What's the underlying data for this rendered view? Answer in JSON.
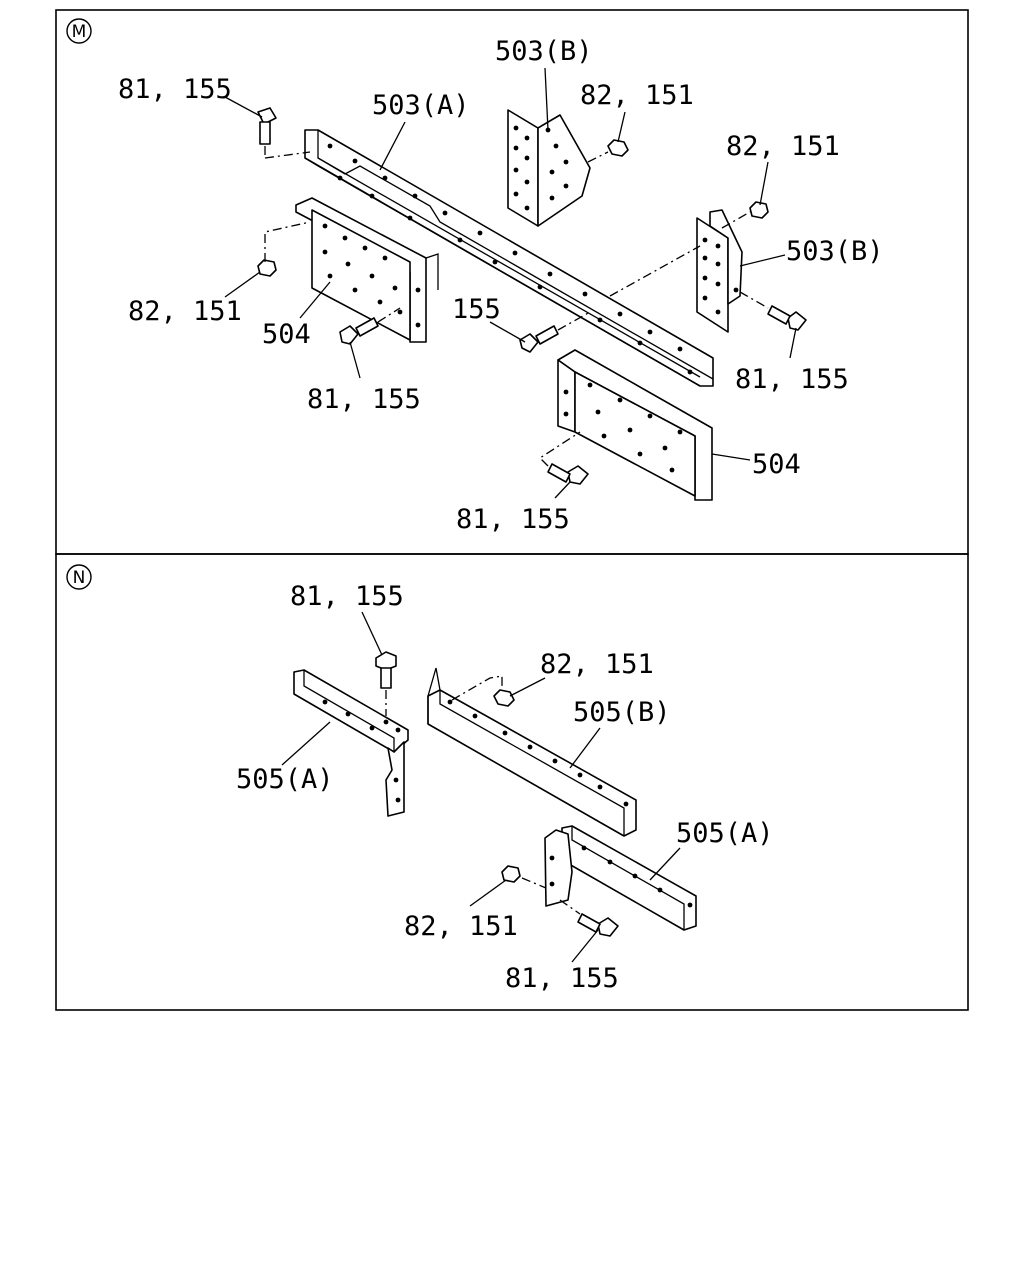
{
  "sections": [
    {
      "id": "M",
      "labels": [
        {
          "key": "bolt_top_left",
          "text": "81, 155"
        },
        {
          "key": "rail_a",
          "text": "503(A)"
        },
        {
          "key": "bracket_b_top",
          "text": "503(B)"
        },
        {
          "key": "nut_top",
          "text": "82, 151"
        },
        {
          "key": "nut_right",
          "text": "82, 151"
        },
        {
          "key": "bracket_b_right",
          "text": "503(B)"
        },
        {
          "key": "nut_left",
          "text": "82, 151"
        },
        {
          "key": "plate_504_left",
          "text": "504"
        },
        {
          "key": "bolt_center",
          "text": "155"
        },
        {
          "key": "bolt_lower_left",
          "text": "81, 155"
        },
        {
          "key": "bolt_right",
          "text": "81, 155"
        },
        {
          "key": "plate_504_right",
          "text": "504"
        },
        {
          "key": "bolt_bottom",
          "text": "81, 155"
        }
      ]
    },
    {
      "id": "N",
      "labels": [
        {
          "key": "bolt_top",
          "text": "81, 155"
        },
        {
          "key": "nut_top",
          "text": "82, 151"
        },
        {
          "key": "rail_b",
          "text": "505(B)"
        },
        {
          "key": "rail_a_left",
          "text": "505(A)"
        },
        {
          "key": "rail_a_right",
          "text": "505(A)"
        },
        {
          "key": "nut_bottom",
          "text": "82, 151"
        },
        {
          "key": "bolt_bottom",
          "text": "81, 155"
        }
      ]
    }
  ]
}
